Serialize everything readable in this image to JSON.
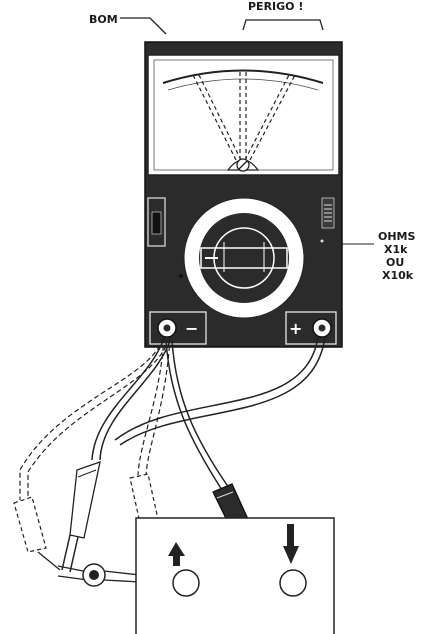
{
  "labels": {
    "good": "BOM",
    "danger": "PERIGO !",
    "range_line1": "OHMS",
    "range_line2": "X1k",
    "range_line3": "OU",
    "range_line4": "X10k"
  },
  "terminals": {
    "negative": "−",
    "positive": "+"
  }
}
